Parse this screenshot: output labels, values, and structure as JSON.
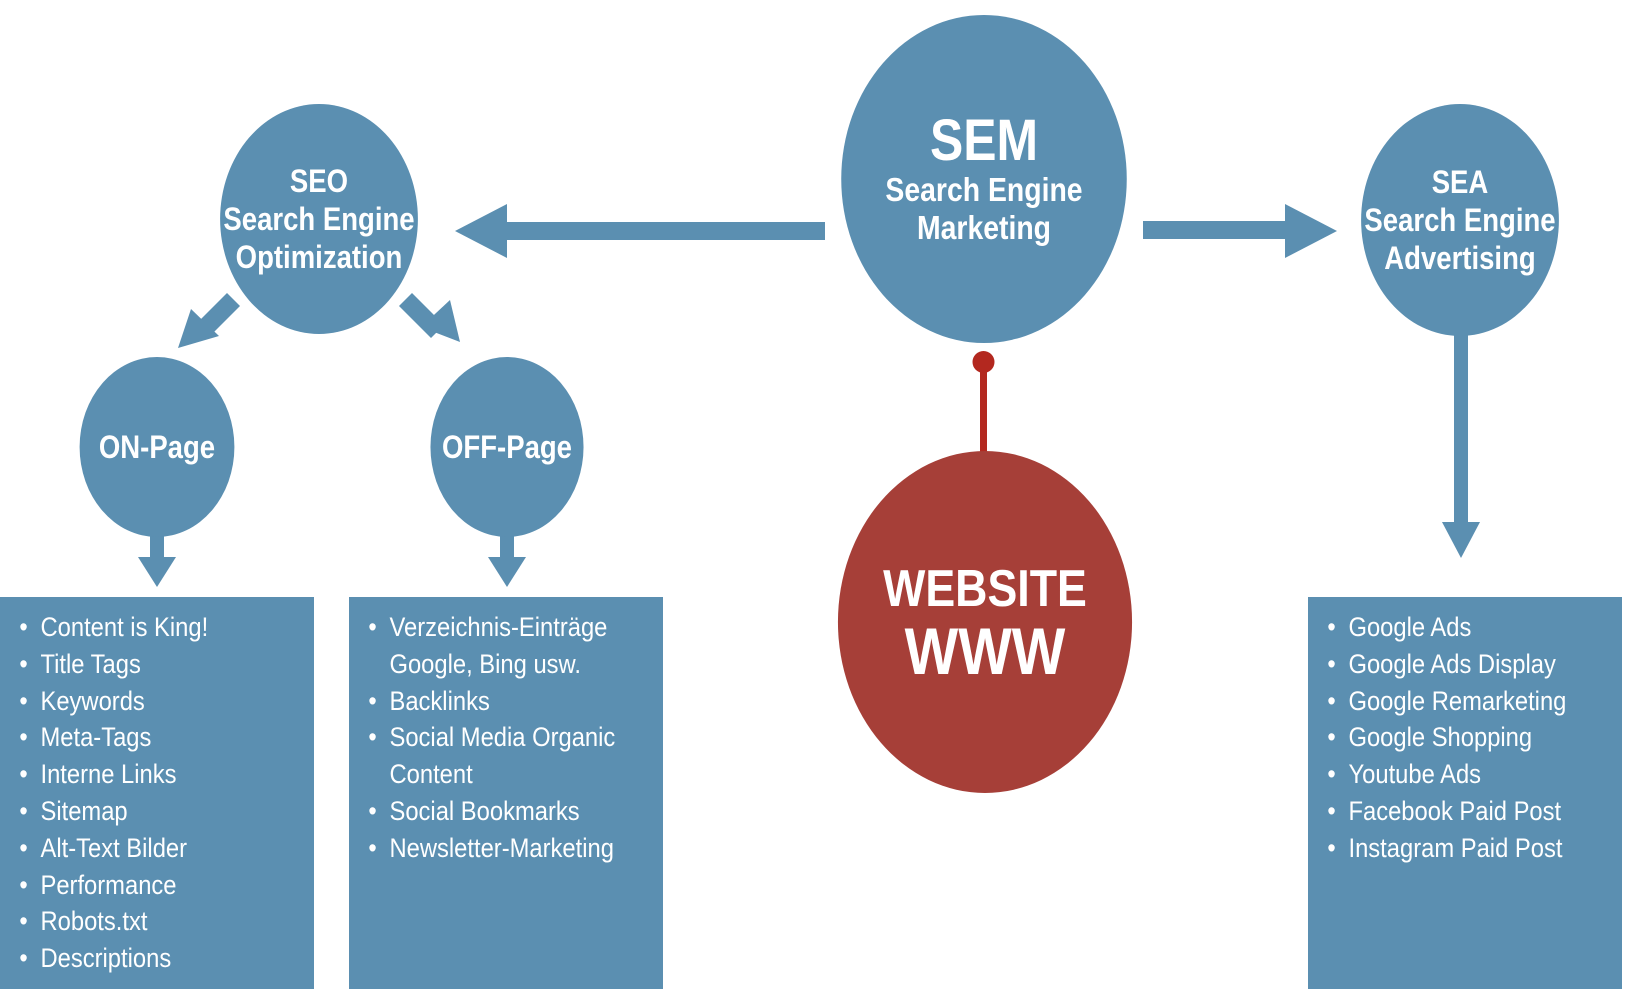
{
  "colors": {
    "blue": "#5b8fb1",
    "red": "#a63f38",
    "connector": "#b3281f",
    "background": "#ffffff"
  },
  "sem": {
    "abbr": "SEM",
    "line1": "Search Engine",
    "line2": "Marketing"
  },
  "seo": {
    "abbr": "SEO",
    "line1": "Search Engine",
    "line2": "Optimization"
  },
  "sea": {
    "abbr": "SEA",
    "line1": "Search Engine",
    "line2": "Advertising"
  },
  "on_page": {
    "label": "ON-Page"
  },
  "off_page": {
    "label": "OFF-Page"
  },
  "website": {
    "line1": "WEBSITE",
    "line2": "WWW"
  },
  "on_page_list": [
    "Content is King!",
    "Title Tags",
    "Keywords",
    "Meta-Tags",
    "Interne Links",
    "Sitemap",
    "Alt-Text Bilder",
    "Performance",
    "Robots.txt",
    "Descriptions"
  ],
  "off_page_list": [
    {
      "text": "Verzeichnis-Einträge",
      "cont": "Google, Bing usw."
    },
    {
      "text": "Backlinks"
    },
    {
      "text": "Social Media Organic",
      "cont": "Content"
    },
    {
      "text": "Social Bookmarks"
    },
    {
      "text": "Newsletter-Marketing"
    }
  ],
  "sea_list": [
    "Google Ads",
    "Google Ads Display",
    "Google Remarketing",
    "Google Shopping",
    "Youtube Ads",
    "Facebook Paid Post",
    "Instagram Paid Post"
  ]
}
